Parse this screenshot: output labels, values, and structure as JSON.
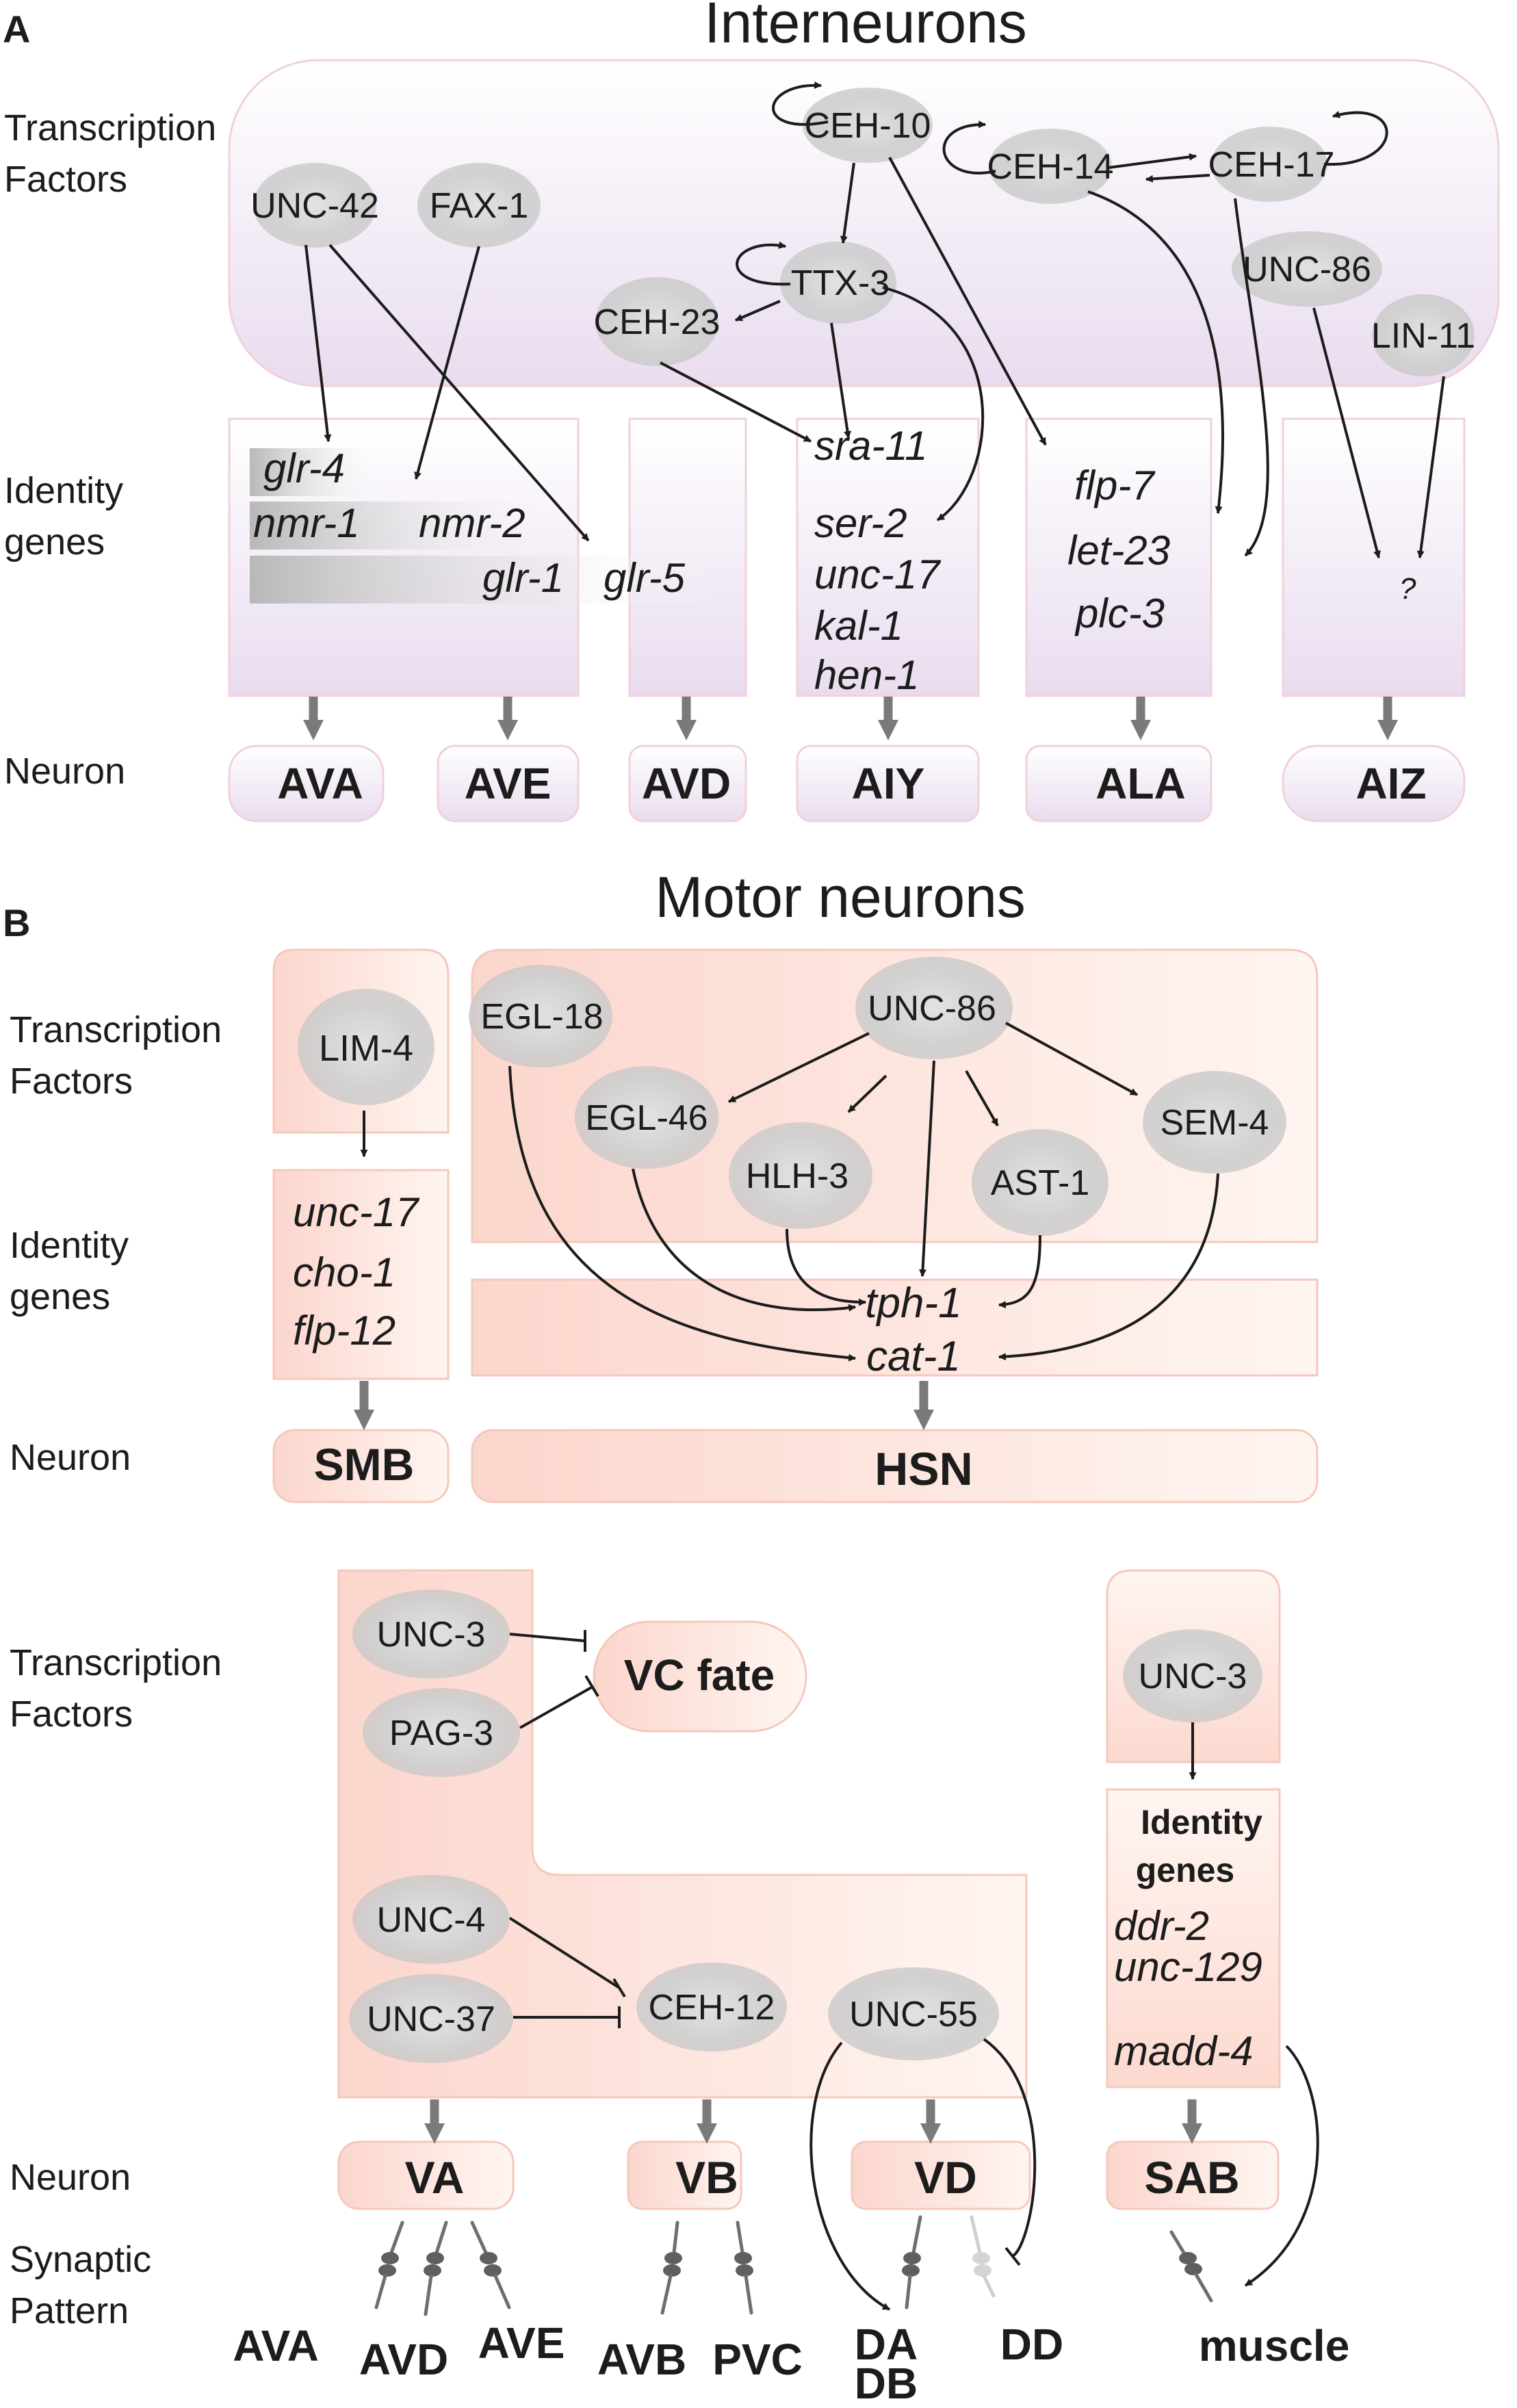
{
  "panel_a": {
    "letter": "A",
    "title": "Interneurons",
    "row_labels": {
      "tf_line1": "Transcription",
      "tf_line2": "Factors",
      "genes_line1": "Identity",
      "genes_line2": "genes",
      "neuron": "Neuron"
    },
    "factors": {
      "unc42": "UNC-42",
      "fax1": "FAX-1",
      "ceh10": "CEH-10",
      "ceh14": "CEH-14",
      "ceh17": "CEH-17",
      "ttx3": "TTX-3",
      "ceh23": "CEH-23",
      "unc86": "UNC-86",
      "lin11": "LIN-11"
    },
    "genes": {
      "glr4": "glr-4",
      "nmr1": "nmr-1",
      "nmr2": "nmr-2",
      "glr1": "glr-1",
      "glr5": "glr-5",
      "sra11": "sra-11",
      "ser2": "ser-2",
      "unc17": "unc-17",
      "kal1": "kal-1",
      "hen1": "hen-1",
      "flp7": "flp-7",
      "let23": "let-23",
      "plc3": "plc-3",
      "unknown": "?"
    },
    "neurons": {
      "ava": "AVA",
      "ave": "AVE",
      "avd": "AVD",
      "aiy": "AIY",
      "ala": "ALA",
      "aiz": "AIZ"
    }
  },
  "panel_b": {
    "letter": "B",
    "title": "Motor neurons",
    "row_labels": {
      "tf_line1": "Transcription",
      "tf_line2": "Factors",
      "genes_line1": "Identity",
      "genes_line2": "genes",
      "neuron": "Neuron",
      "tf2_line1": "Transcription",
      "tf2_line2": "Factors",
      "neuron2": "Neuron",
      "syn_line1": "Synaptic",
      "syn_line2": "Pattern"
    },
    "smb": {
      "factor": "LIM-4",
      "genes": [
        "unc-17",
        "cho-1",
        "flp-12"
      ],
      "neuron": "SMB"
    },
    "hsn": {
      "egl18": "EGL-18",
      "unc86": "UNC-86",
      "egl46": "EGL-46",
      "hlh3": "HLH-3",
      "ast1": "AST-1",
      "sem4": "SEM-4",
      "tph1": "tph-1",
      "cat1": "cat-1",
      "neuron": "HSN"
    },
    "ventral": {
      "unc3": "UNC-3",
      "pag3": "PAG-3",
      "vc_fate": "VC fate",
      "unc4": "UNC-4",
      "unc37": "UNC-37",
      "ceh12": "CEH-12",
      "unc55": "UNC-55",
      "neurons": {
        "va": "VA",
        "vb": "VB",
        "vd": "VD",
        "sab": "SAB"
      },
      "partners": {
        "ava": "AVA",
        "avd": "AVD",
        "ave": "AVE",
        "avb": "AVB",
        "pvc": "PVC",
        "da": "DA",
        "db": "DB",
        "dd": "DD",
        "muscle": "muscle"
      }
    },
    "sab": {
      "factor": "UNC-3",
      "genes_title1": "Identity",
      "genes_title2": "genes",
      "genes": [
        "ddr-2",
        "unc-129",
        "madd-4"
      ]
    }
  }
}
